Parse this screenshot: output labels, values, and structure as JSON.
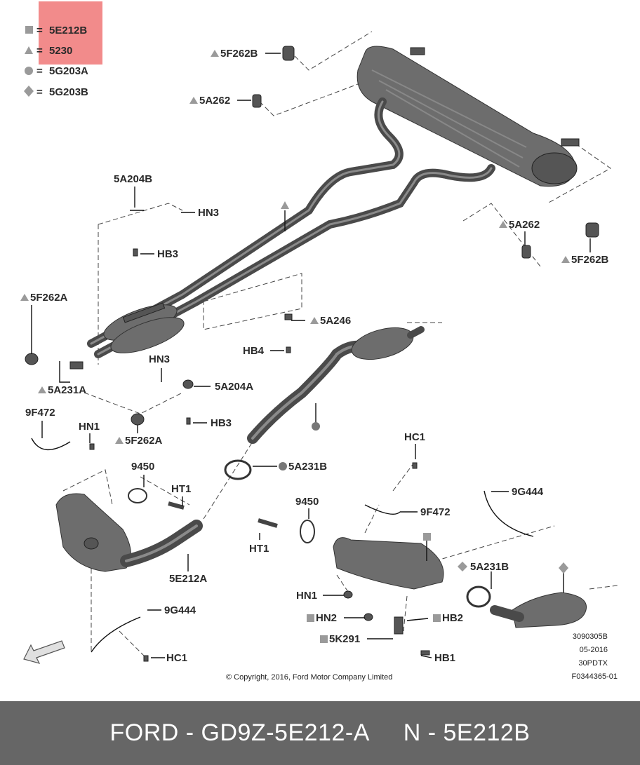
{
  "legend": {
    "items": [
      {
        "symbol": "square",
        "text": "5E212B"
      },
      {
        "symbol": "triangle",
        "text": "5230"
      },
      {
        "symbol": "circle",
        "text": "5G203A"
      },
      {
        "symbol": "diamond",
        "text": "5G203B"
      }
    ],
    "separator": "=",
    "highlight_color": "#f28b8b",
    "symbol_color": "#9a9a9a"
  },
  "callouts": {
    "c01": "5F262B",
    "c02": "5A262",
    "c03": "5A204B",
    "c04": "HN3",
    "c05": "HB3",
    "c06": "5A262",
    "c07": "5F262B",
    "c08": "5F262A",
    "c09": "5A246",
    "c10": "HB4",
    "c11": "HN3",
    "c12": "5A204A",
    "c13": "HB3",
    "c14": "5A231A",
    "c15": "9F472",
    "c16": "HN1",
    "c17": "5F262A",
    "c18": "9450",
    "c19": "HT1",
    "c20": "5A231B",
    "c21": "HC1",
    "c22": "9F472",
    "c23": "9G444",
    "c24": "9450",
    "c25": "HT1",
    "c26": "5A231B",
    "c27": "HN1",
    "c28": "5E212A",
    "c29": "HN2",
    "c30": "HB2",
    "c31": "5K291",
    "c32": "HB1",
    "c33": "9G444",
    "c34": "HC1"
  },
  "info_block": [
    "3090305B",
    "05-2016",
    "30PDTX",
    "F0344365-01"
  ],
  "copyright": "© Copyright, 2016, Ford Motor Company Limited",
  "footer": {
    "text": "FORD - GD9Z-5E212-A     N - 5E212B"
  }
}
